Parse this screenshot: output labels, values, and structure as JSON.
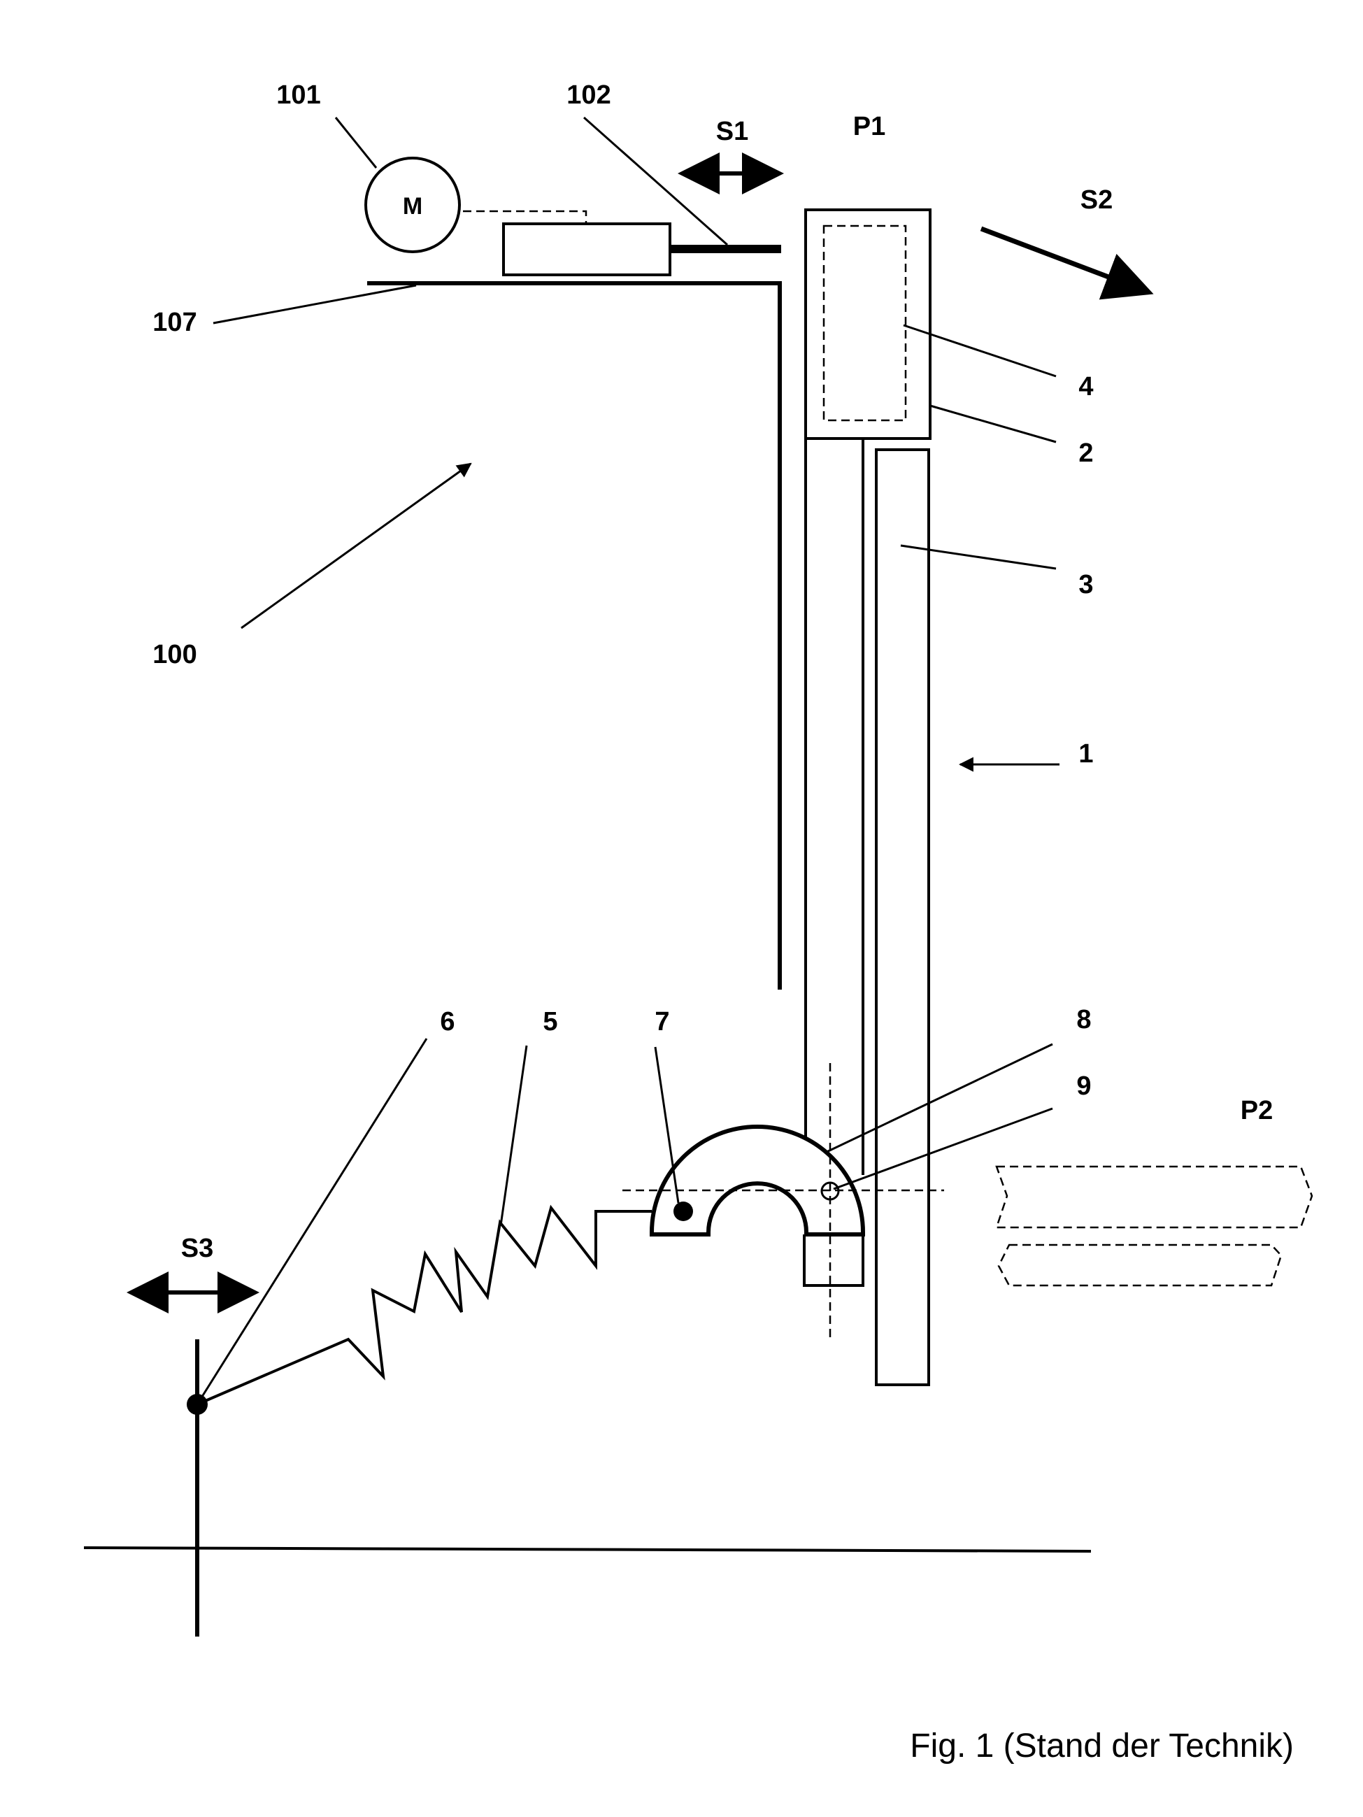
{
  "figure": {
    "caption": "Fig. 1 (Stand der Technik)",
    "motor_letter": "M",
    "labels": {
      "l100": "100",
      "l101": "101",
      "l102": "102",
      "l107": "107",
      "l1": "1",
      "l2": "2",
      "l3": "3",
      "l4": "4",
      "l5": "5",
      "l6": "6",
      "l7": "7",
      "l8": "8",
      "l9": "9",
      "p1": "P1",
      "p2": "P2",
      "s1": "S1",
      "s2": "S2",
      "s3": "S3"
    }
  }
}
